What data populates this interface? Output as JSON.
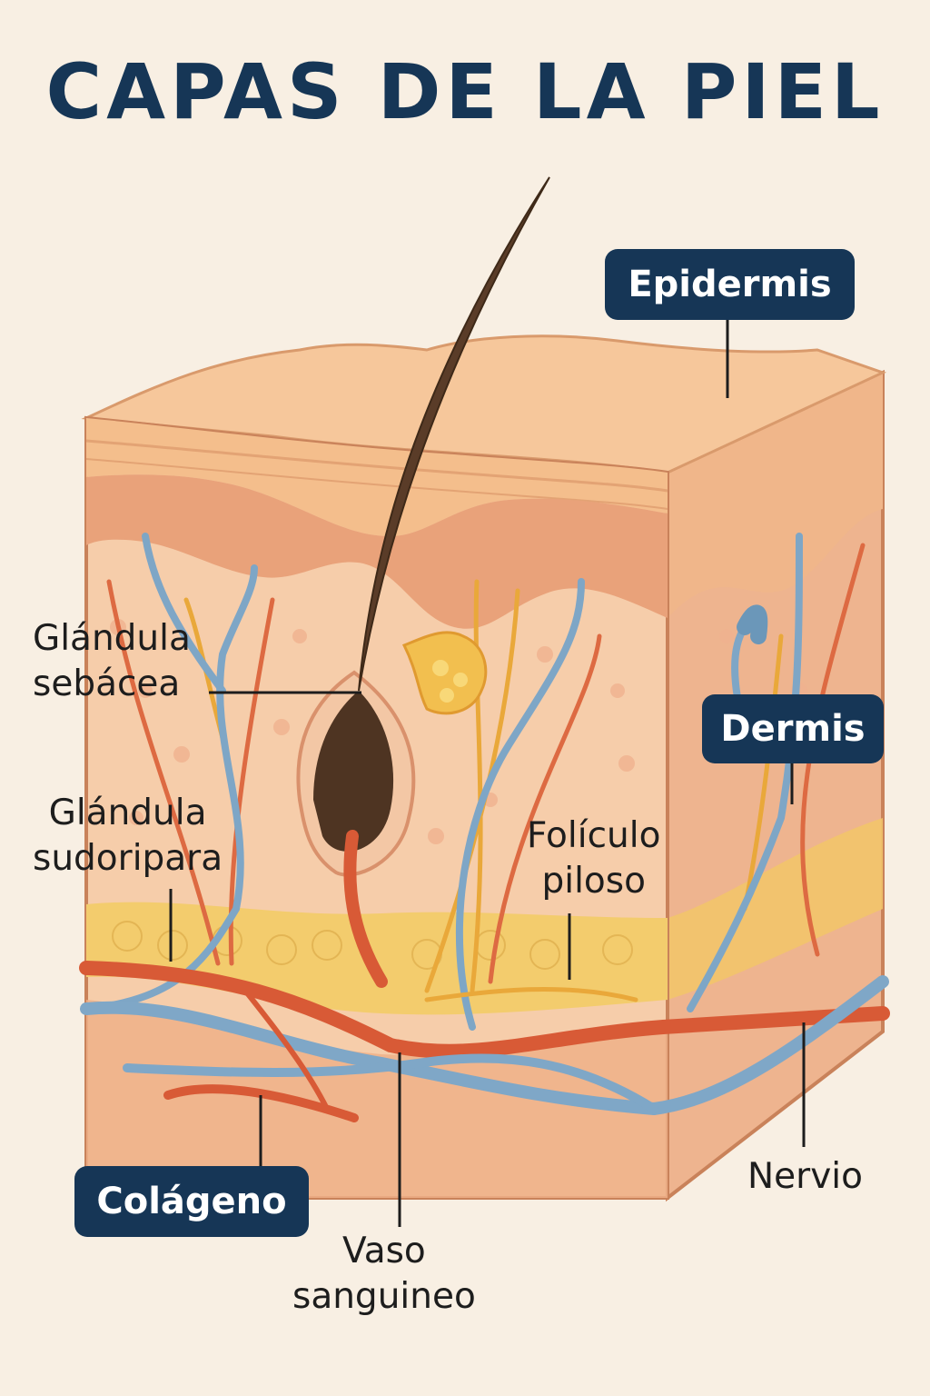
{
  "title": "CAPAS DE LA PIEL",
  "labels": {
    "epidermis": "Epidermis",
    "dermis": "Dermis",
    "colageno": "Colágeno",
    "glandula_sebacea": [
      "Glándula",
      "sebácea"
    ],
    "glandula_sudoripara": [
      "Glándula",
      "sudoripara"
    ],
    "foliculo_piloso": [
      "Folículo",
      "piloso"
    ],
    "vaso_sanguineo": [
      "Vaso",
      "sanguineo"
    ],
    "nervio": "Nervio"
  },
  "colors": {
    "background": "#f8efe3",
    "label_pill": "#163656",
    "epidermis": "#f4c18f",
    "dermis": "#f6cfae",
    "hypodermis_fat": "#f4cf74",
    "hair": "#4e3422",
    "artery": "#d85a36",
    "vein": "#7fa7c7",
    "nerve": "#e7a73a",
    "sebaceous_gland": "#f2bf4f"
  }
}
